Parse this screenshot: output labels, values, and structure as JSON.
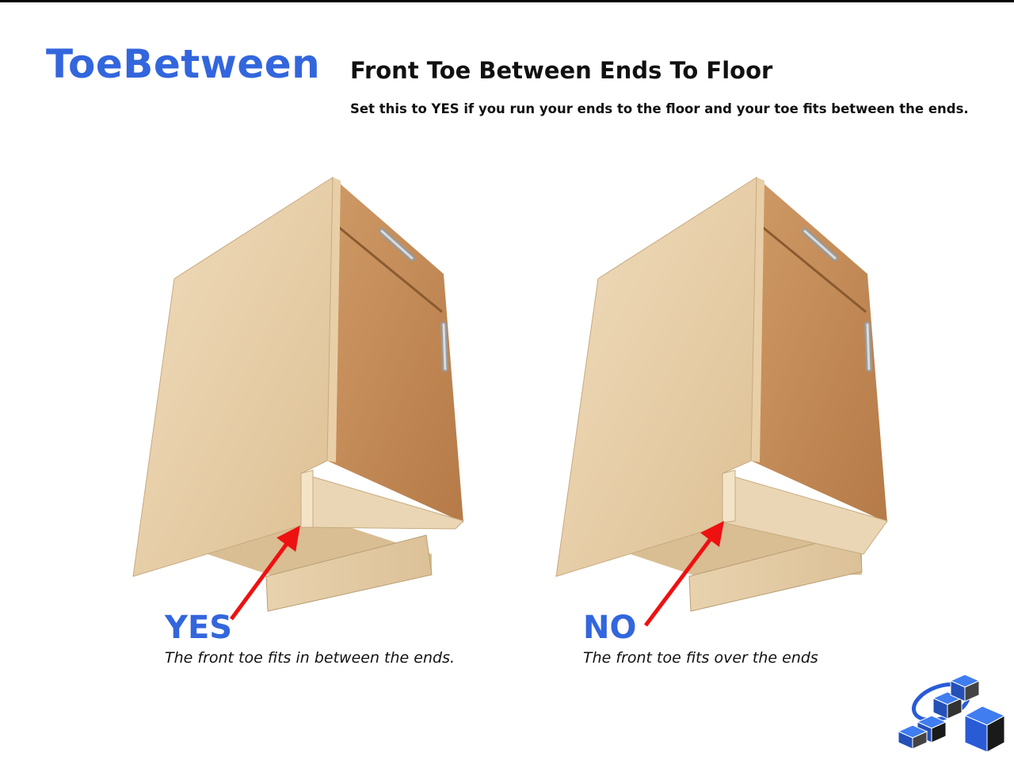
{
  "header": {
    "brand_title": "ToeBetween",
    "headline": "Front Toe Between Ends To Floor",
    "description": "Set this to YES if you run your ends to the floor and your toe fits between the ends."
  },
  "examples": [
    {
      "verdict": "YES",
      "caption": "The front toe fits in between the ends."
    },
    {
      "verdict": "NO",
      "caption": "The front toe fits over the ends"
    }
  ],
  "colors": {
    "accent": "#3366dd",
    "arrow": "#ee1111",
    "end_panel": "#e6caa4",
    "door_panel": "#c58d5a"
  },
  "icons": {
    "logo": "stacked-cubes-logo-icon"
  }
}
